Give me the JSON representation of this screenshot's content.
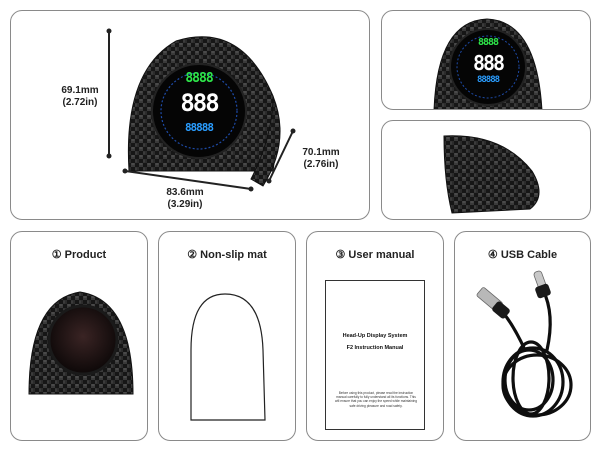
{
  "dimensions": {
    "height_mm": "69.1mm",
    "height_in": "(2.72in)",
    "width_mm": "83.6mm",
    "width_in": "(3.29in)",
    "depth_mm": "70.1mm",
    "depth_in": "(2.76in)"
  },
  "display": {
    "top_digits": "8888",
    "main_digits": "888",
    "bottom_digits": "88888"
  },
  "packages": [
    {
      "label": "① Product"
    },
    {
      "label": "② Non-slip mat"
    },
    {
      "label": "③ User manual"
    },
    {
      "label": "④ USB Cable"
    }
  ],
  "manual": {
    "title_line1": "Head-Up Display System",
    "title_line2": "F2 Instruction Manual",
    "note": "Before using this product, please read the instruction manual carefully to fully understand all its functions. This will ensure that you can enjoy the speed while maintaining safe driving pleasure and road safety."
  },
  "colors": {
    "green_digits": "#2ee64a",
    "white_digits": "#ffffff",
    "blue_digits": "#2a9dff",
    "carbon_dark": "#1a1a1a"
  }
}
